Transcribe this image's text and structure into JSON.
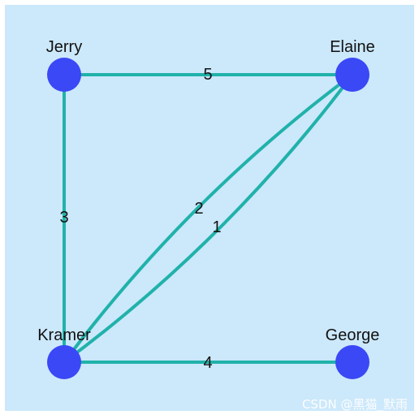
{
  "graph": {
    "background": "#cce8fb",
    "node_color": "#3a48f6",
    "edge_color": "#20b2aa",
    "nodes": [
      {
        "id": "jerry",
        "label": "Jerry"
      },
      {
        "id": "elaine",
        "label": "Elaine"
      },
      {
        "id": "kramer",
        "label": "Kramer"
      },
      {
        "id": "george",
        "label": "George"
      }
    ],
    "edges": [
      {
        "source": "jerry",
        "target": "elaine",
        "label": "5"
      },
      {
        "source": "jerry",
        "target": "kramer",
        "label": "3"
      },
      {
        "source": "kramer",
        "target": "elaine",
        "label": "2"
      },
      {
        "source": "kramer",
        "target": "elaine",
        "label": "1"
      },
      {
        "source": "kramer",
        "target": "george",
        "label": "4"
      }
    ]
  },
  "watermark": {
    "text": "CSDN @黑猫_默雨"
  }
}
